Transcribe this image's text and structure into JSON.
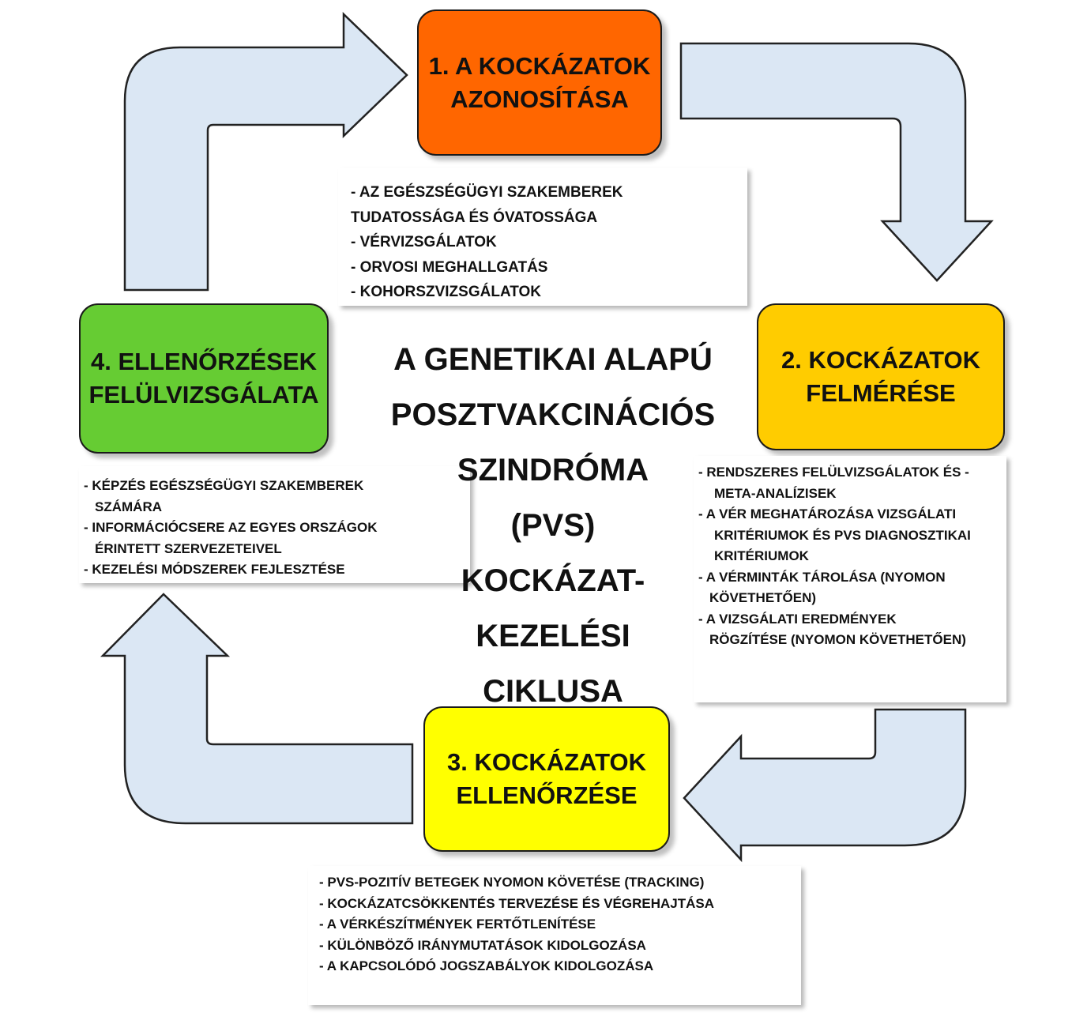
{
  "title_lines": [
    "A GENETIKAI ALAPÚ",
    "POSZTVAKCINÁCIÓS",
    "SZINDRÓMA",
    "(PVS)",
    "KOCKÁZAT-",
    "KEZELÉSI",
    "CIKLUSA"
  ],
  "stages": [
    {
      "lines": [
        "1. A KOCKÁZATOK",
        "AZONOSÍTÁSA"
      ],
      "color": "#ff6600"
    },
    {
      "lines": [
        "2. KOCKÁZATOK",
        "FELMÉRÉSE"
      ],
      "color": "#ffcc00"
    },
    {
      "lines": [
        "3. KOCKÁZATOK",
        "ELLENŐRZÉSE"
      ],
      "color": "#ffff00"
    },
    {
      "lines": [
        "4. ELLENŐRZÉSEK",
        "FELÜLVIZSGÁLATA"
      ],
      "color": "#66cc33"
    }
  ],
  "notes": {
    "stage1": [
      "- AZ EGÉSZSÉGÜGYI SZAKEMBEREK",
      "TUDATOSSÁGA ÉS ÓVATOSSÁGA",
      "- VÉRVIZSGÁLATOK",
      "- ORVOSI MEGHALLGATÁS",
      "- KOHORSZVIZSGÁLATOK"
    ],
    "stage2": [
      "- RENDSZERES FELÜLVIZSGÁLATOK ÉS -",
      "META-ANALÍZISEK",
      "- A VÉR MEGHATÁROZÁSA VIZSGÁLATI",
      "KRITÉRIUMOK ÉS PVS DIAGNOSZTIKAI",
      "KRITÉRIUMOK",
      "- A VÉRMINTÁK TÁROLÁSA (NYOMON",
      "KÖVETHETŐEN)",
      "- A VIZSGÁLATI EREDMÉNYEK",
      "RÖGZÍTÉSE (NYOMON KÖVETHETŐEN)"
    ],
    "stage3": [
      "- PVS-POZITÍV BETEGEK NYOMON KÖVETÉSE (TRACKING)",
      "- KOCKÁZATCSÖKKENTÉS TERVEZÉSE ÉS VÉGREHAJTÁSA",
      "- A VÉRKÉSZÍTMÉNYEK FERTŐTLENÍTÉSE",
      "- KÜLÖNBÖZŐ IRÁNYMUTATÁSOK KIDOLGOZÁSA",
      "- A KAPCSOLÓDÓ JOGSZABÁLYOK KIDOLGOZÁSA"
    ],
    "stage4": [
      "- KÉPZÉS EGÉSZSÉGÜGYI SZAKEMBEREK",
      "SZÁMÁRA",
      "- INFORMÁCIÓCSERE AZ EGYES ORSZÁGOK",
      "ÉRINTETT SZERVEZETEIVEL",
      "- KEZELÉSI MÓDSZEREK FEJLESZTÉSE"
    ]
  },
  "colors": {
    "arrow_fill": "#dbe7f4",
    "arrow_stroke": "#222222"
  }
}
